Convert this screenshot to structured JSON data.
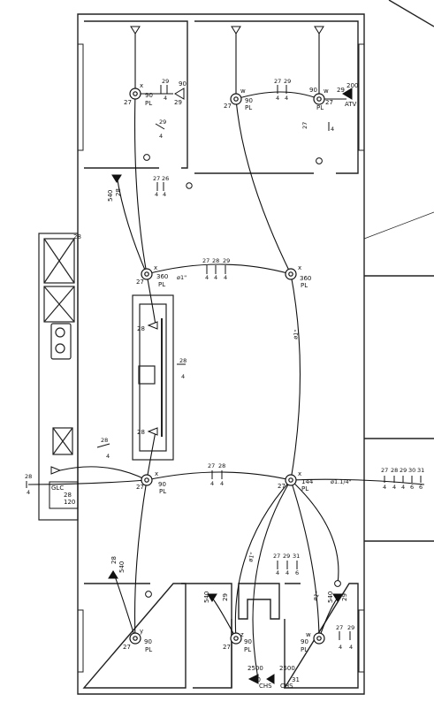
{
  "points": [
    {
      "id": "p1",
      "power": "90",
      "code": "PL",
      "circuit": "27",
      "switch_id": "x"
    },
    {
      "id": "p2",
      "power": "90",
      "code": "PL",
      "circuit": "27",
      "switch_id": "w"
    },
    {
      "id": "p3",
      "power": "90",
      "code": "PL",
      "circuit": "27",
      "switch_id": "w"
    },
    {
      "id": "p4",
      "power": "360",
      "code": "PL",
      "circuit": "27",
      "switch_id": "x"
    },
    {
      "id": "p5",
      "power": "360",
      "code": "PL",
      "circuit": "",
      "switch_id": "x"
    },
    {
      "id": "p6",
      "power": "90",
      "code": "PL",
      "circuit": "27",
      "switch_id": "x"
    },
    {
      "id": "p7",
      "power": "144",
      "code": "PL",
      "circuit": "27",
      "switch_id": "x"
    },
    {
      "id": "p8",
      "power": "90",
      "code": "PL",
      "circuit": "27",
      "switch_id": "y"
    },
    {
      "id": "p9",
      "power": "90",
      "code": "PL",
      "circuit": "27",
      "switch_id": "z"
    },
    {
      "id": "p10",
      "power": "90",
      "code": "PL",
      "circuit": "",
      "switch_id": "w"
    }
  ],
  "outlets": [
    {
      "id": "o1",
      "value": "90",
      "circuit": "29"
    },
    {
      "id": "o2",
      "value": "200",
      "circuit": "29",
      "code": "ATV"
    },
    {
      "id": "o3",
      "value": "540",
      "circuit": "28"
    },
    {
      "id": "o4",
      "value": "540",
      "circuit": "28"
    },
    {
      "id": "o5",
      "value": "540",
      "circuit": "29"
    },
    {
      "id": "o6",
      "value": "540",
      "circuit": "29"
    },
    {
      "id": "o7",
      "value": "2500",
      "circuit": "30",
      "code": "CHS"
    },
    {
      "id": "o8",
      "value": "2500",
      "circuit": "31",
      "code": "CHS"
    },
    {
      "id": "o9",
      "value": "120",
      "circuit": "28",
      "code": "GLC"
    },
    {
      "id": "o10",
      "value": "28"
    },
    {
      "id": "o11",
      "value": "28"
    }
  ],
  "conduit_sizes": [
    "ø1\"",
    "ø1.1/4\"",
    "ø1\"",
    "ø1\"",
    "ø1\""
  ],
  "circuit_tags": {
    "a": [
      "27",
      "26",
      "4",
      "4"
    ],
    "b": [
      "27",
      "28",
      "29",
      "4",
      "4",
      "4"
    ],
    "c": [
      "27",
      "28",
      "4",
      "4"
    ],
    "d": [
      "27",
      "28",
      "29",
      "30",
      "31",
      "4",
      "4",
      "4",
      "6",
      "6"
    ],
    "e": [
      "27",
      "29",
      "31",
      "4",
      "4",
      "6"
    ],
    "f": [
      "29",
      "4"
    ],
    "g": [
      "28",
      "4"
    ],
    "h": [
      "27",
      "29",
      "4",
      "4"
    ],
    "i": [
      "29",
      "4"
    ],
    "j": [
      "27",
      "4"
    ],
    "k": [
      "28",
      "4"
    ],
    "l": [
      "27",
      "29",
      "4",
      "4"
    ],
    "m": [
      "28",
      "4"
    ]
  },
  "kitchen": {
    "appliance_label": "28"
  }
}
